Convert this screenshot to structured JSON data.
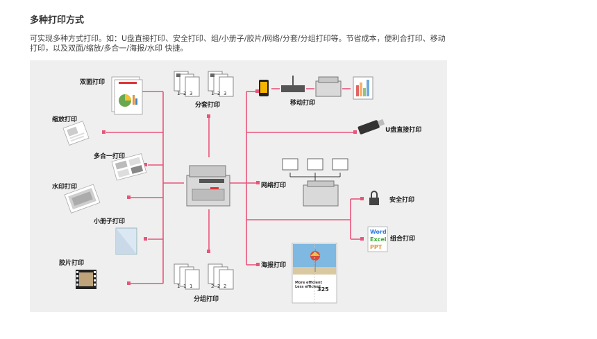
{
  "heading": "多种打印方式",
  "description": "可实现多种方式打印。如：U盘直接打印、安全打印、组/小册子/胶片/网络/分套/分组打印等。节省成本，便利合打印、移动打印，以及双面/缩放/多合一/海报/水印  快捷。",
  "diagram": {
    "left_labels": [
      "双面打印",
      "缩放打印",
      "多合一打印",
      "水印打印",
      "小册子打印",
      "胶片打印"
    ],
    "top_label": "分套打印",
    "bottom_label": "分组打印",
    "right_labels": [
      "移动打印",
      "U盘直接打印",
      "网络打印",
      "安全打印",
      "组合打印",
      "海报打印"
    ],
    "collate_pages": [
      "1",
      "2",
      "3",
      "1",
      "2",
      "3"
    ],
    "group_pages": [
      "1",
      "1",
      "1",
      "2",
      "2",
      "2"
    ],
    "office_apps": [
      "Word",
      "Excel",
      "PPT"
    ],
    "poster_number": "325",
    "poster_text_line1": "More efficient",
    "poster_text_line2": "Less efficient",
    "accent_color": "#e8557a"
  }
}
